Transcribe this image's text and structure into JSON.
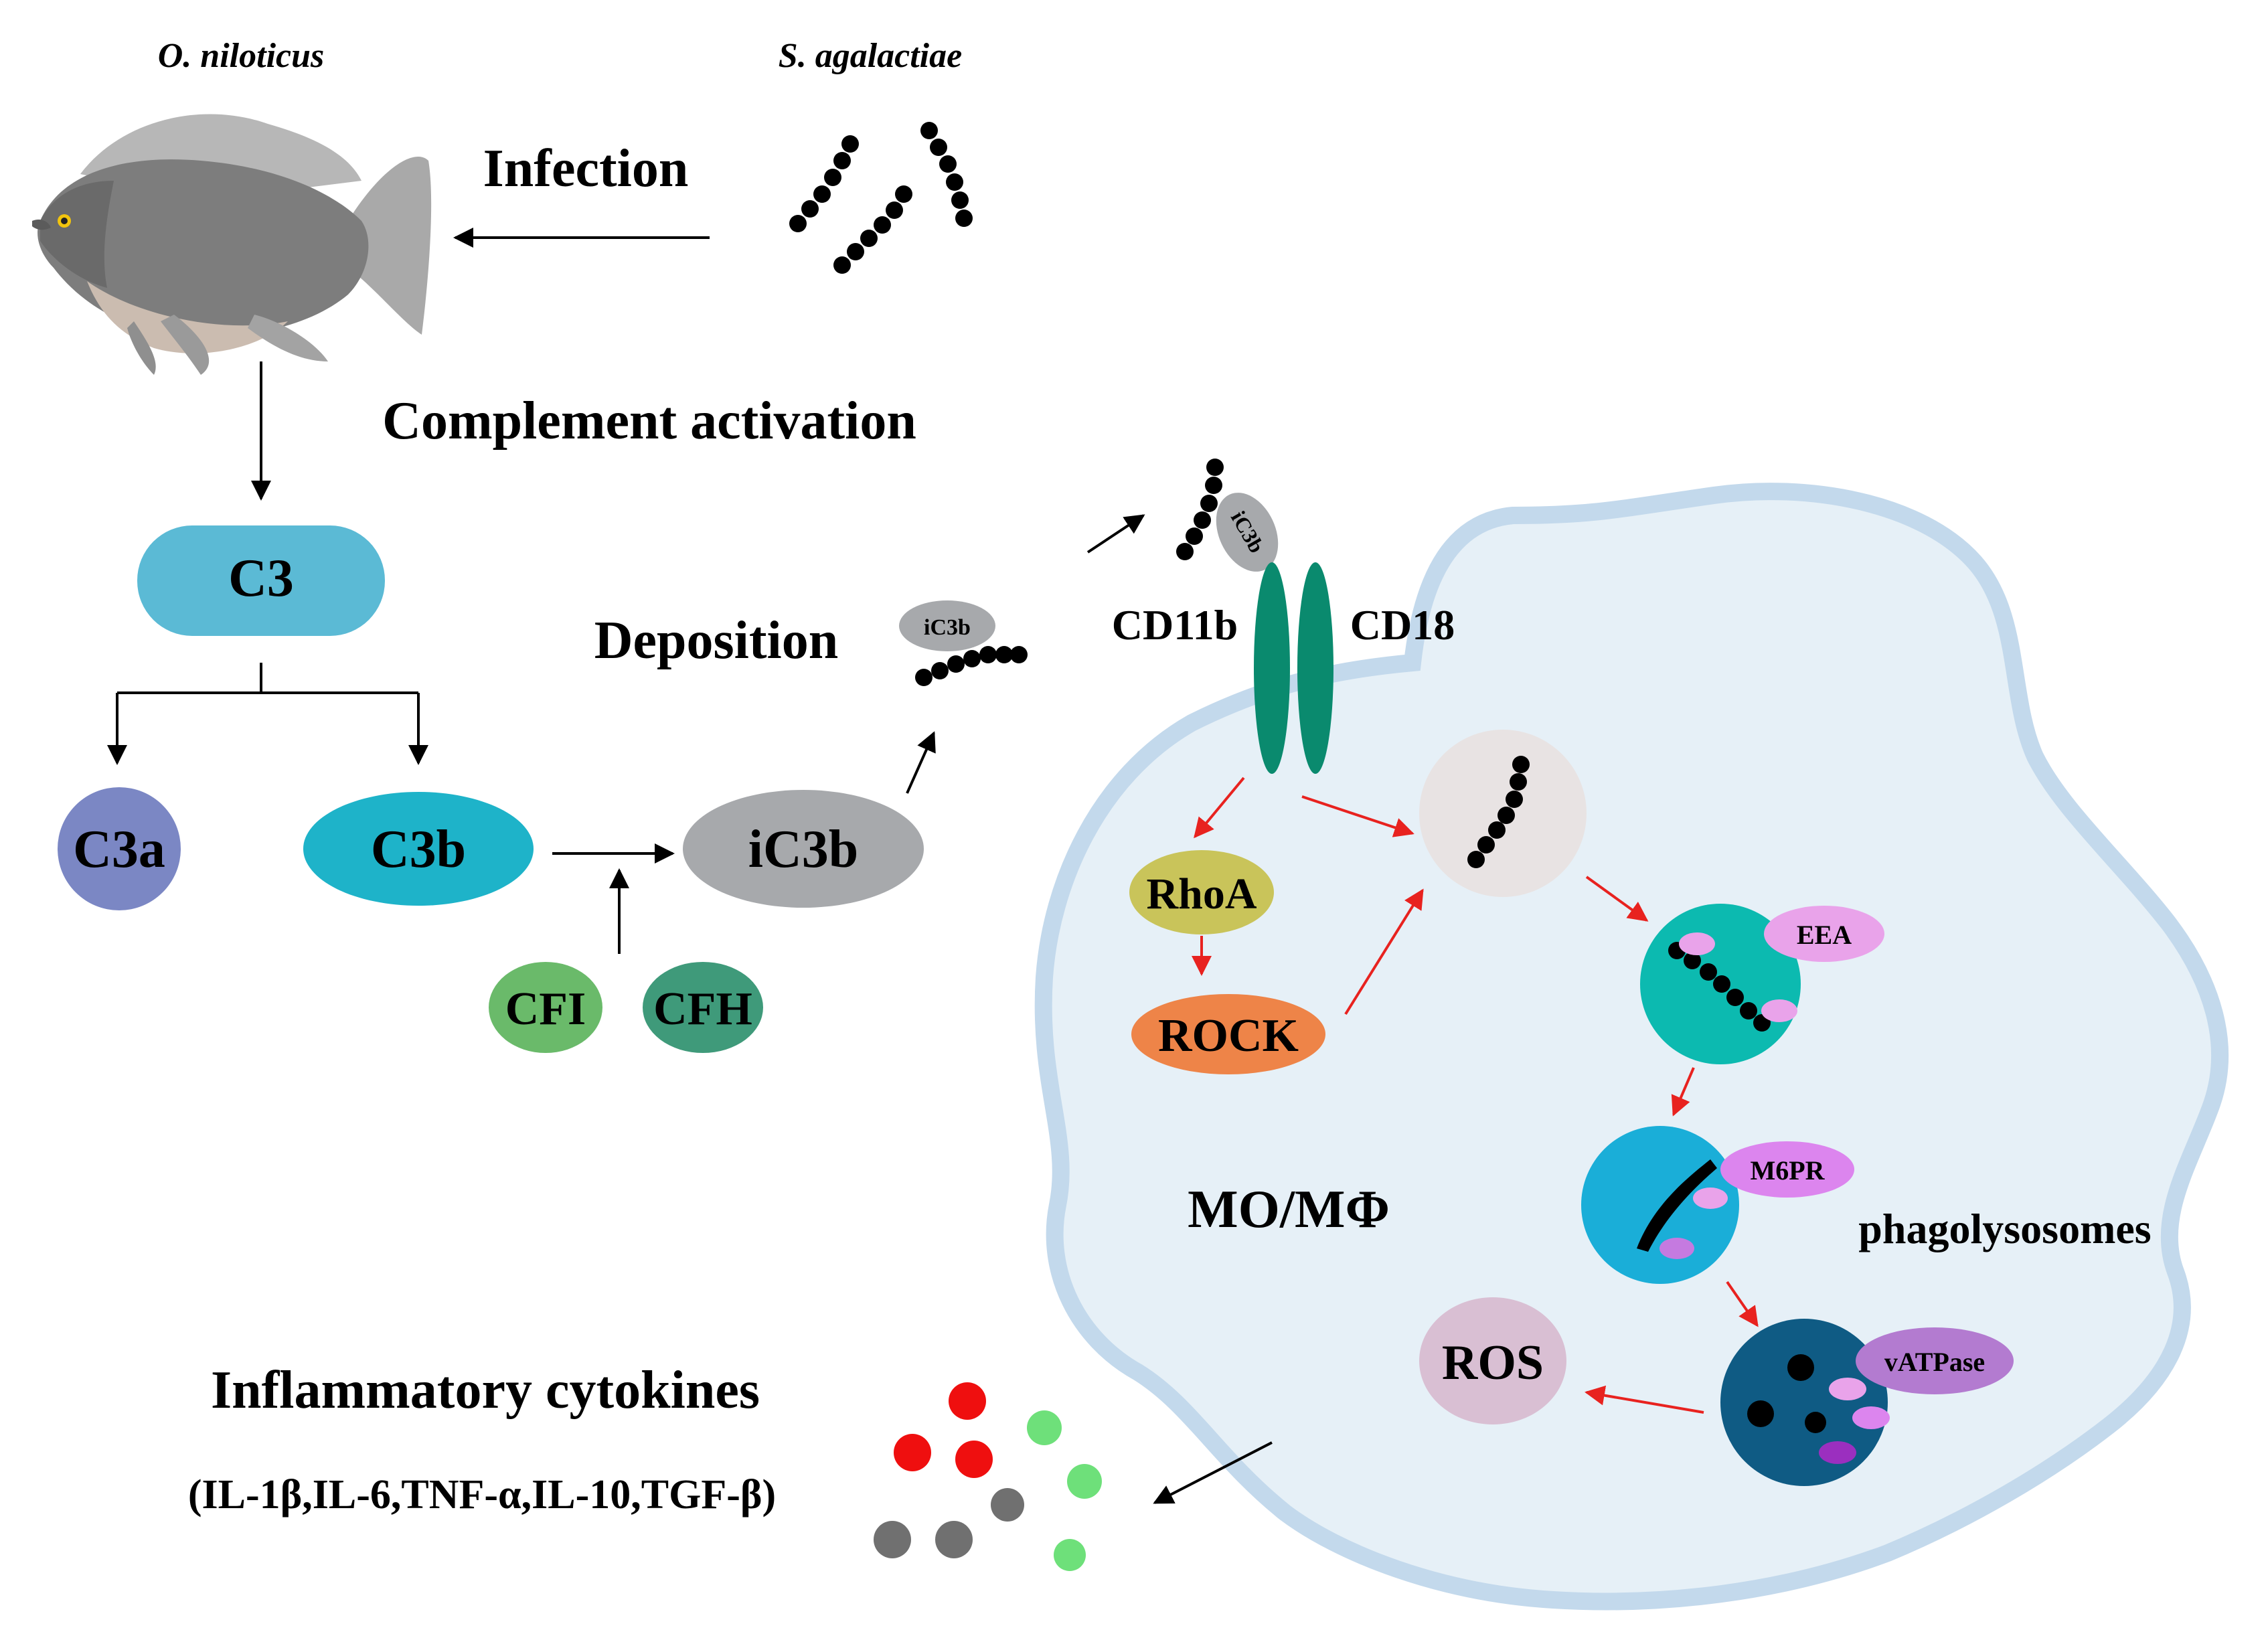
{
  "labels": {
    "host": "O. niloticus",
    "pathogen": "S. agalactiae",
    "infection": "Infection",
    "complement_activation": "Complement activation",
    "deposition": "Deposition",
    "cd11b": "CD11b",
    "cd18": "CD18",
    "cell": "MO/MΦ",
    "phagolysosomes": "phagolysosomes",
    "cytokines_title": "Inflammatory cytokines",
    "cytokines_list": "(IL-1β,IL-6,TNF-α,IL-10,TGF-β)"
  },
  "nodes": {
    "c3": "C3",
    "c3a": "C3a",
    "c3b": "C3b",
    "ic3b": "iC3b",
    "ic3b_small": "iC3b",
    "ic3b_bound": "iC3b",
    "cfi": "CFI",
    "cfh": "CFH",
    "rhoa": "RhoA",
    "rock": "ROCK",
    "ros": "ROS",
    "eea": "EEA",
    "m6pr": "M6PR",
    "vatpase": "vATPase"
  },
  "colors": {
    "c3": "#5bbad5",
    "c3a": "#7b87c4",
    "c3b": "#1eb3c9",
    "ic3b": "#a7a9ac",
    "cfi": "#6aba6a",
    "cfh": "#3f9a7a",
    "rhoa": "#c9c45a",
    "rock": "#ee8448",
    "ros": "#d9bfd3",
    "receptor": "#0a8a6e",
    "cell_fill": "#e6f0f7",
    "cell_border": "#c3d9ec",
    "red_arrow": "#e8221f",
    "eea": "#e9a3ea",
    "m6pr": "#dc85ee",
    "vatpase": "#b37bd0",
    "early_endosome": "#0cbab0",
    "late_endosome": "#1aaed8",
    "lysosome": "#0f5b84",
    "cytokine_red": "#ef0f0f",
    "cytokine_green": "#6ee07a",
    "cytokine_gray": "#707070"
  }
}
